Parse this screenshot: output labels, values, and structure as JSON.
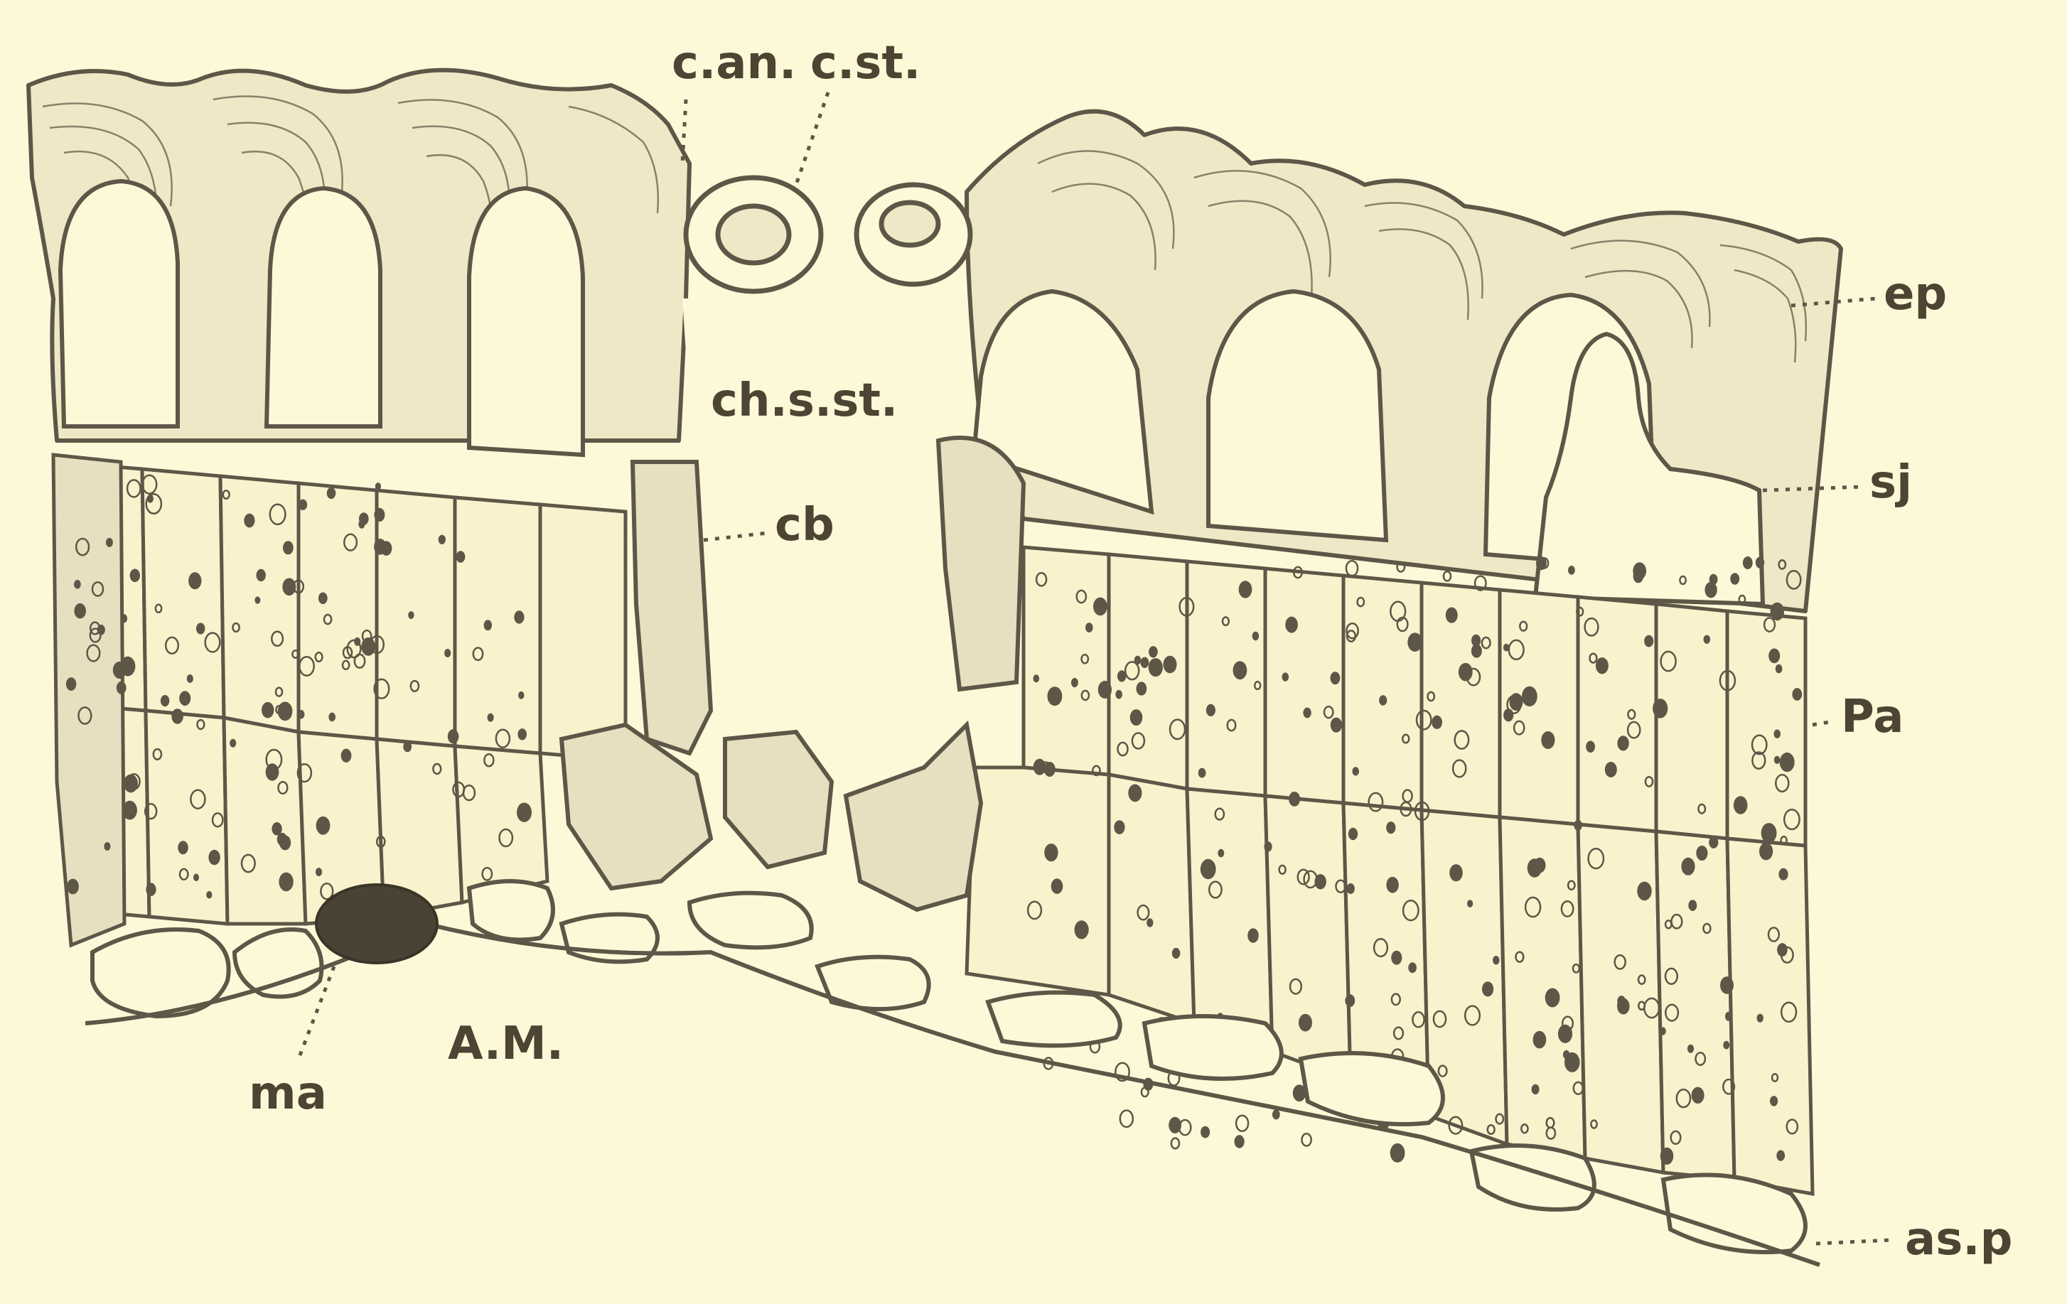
{
  "figure": {
    "ink": "#5e5647",
    "paper": "#fdf9d8",
    "cell_fill": "#f9f2cc",
    "stipple_fill": "#e7e0c0"
  },
  "labels": {
    "can": "c.an.",
    "cst": "c.st.",
    "ep": "ep",
    "chsst": "ch.s.st.",
    "cb": "cb",
    "sj": "sj",
    "pa": "Pa",
    "am": "A.M.",
    "ma": "ma",
    "asp": "as.p"
  }
}
